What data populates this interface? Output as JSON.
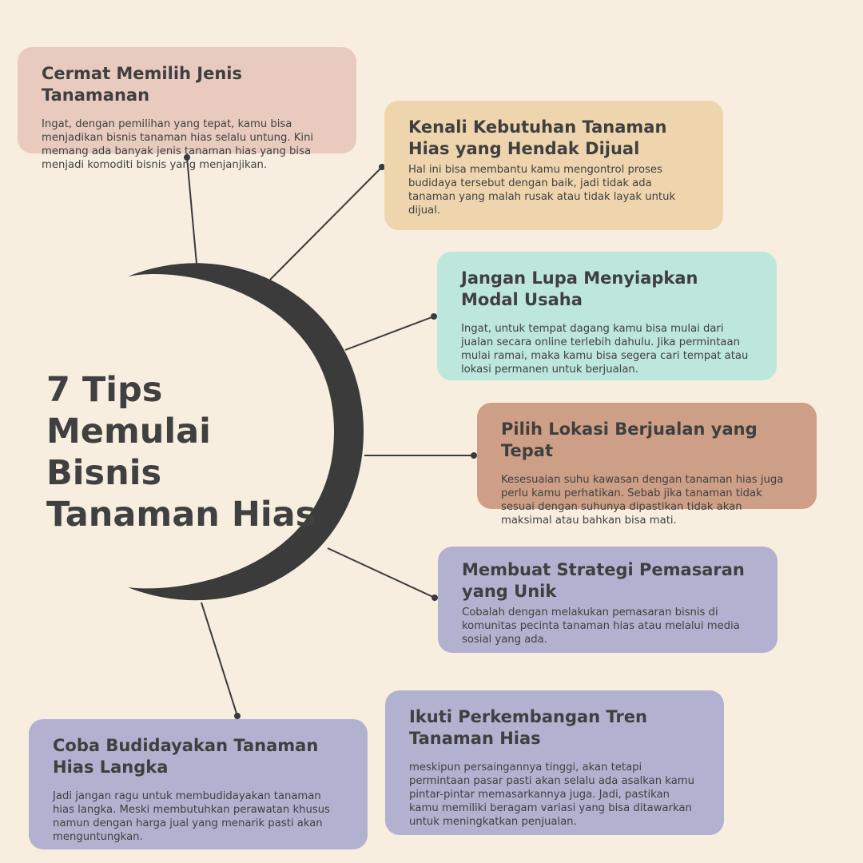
{
  "title": "7 Tips Memulai Bisnis Tanaman Hias",
  "colors": {
    "background": "#f7eee0",
    "crescent": "#3b3b3b",
    "tip_1": "#e8cbbe",
    "tip_2": "#efd5ae",
    "tip_3": "#bde6dc",
    "tip_4": "#cd9f86",
    "tip_5": "#b2b1d0",
    "tip_6": "#b2b1d0",
    "tip_7": "#b2b1d0"
  },
  "tips": [
    {
      "heading": "Cermat Memilih Jenis Tanamanan",
      "body": "Ingat, dengan pemilihan yang tepat, kamu bisa menjadikan bisnis tanaman hias selalu untung. Kini memang ada banyak jenis tanaman hias yang bisa menjadi komoditi bisnis yang menjanjikan."
    },
    {
      "heading": "Kenali Kebutuhan Tanaman Hias yang Hendak Dijual",
      "body": "Hal ini bisa membantu kamu mengontrol proses budidaya tersebut dengan baik, jadi tidak ada tanaman yang malah rusak atau tidak layak untuk dijual."
    },
    {
      "heading": "Jangan Lupa Menyiapkan Modal Usaha",
      "body": "Ingat, untuk tempat dagang kamu bisa mulai dari jualan secara online terlebih dahulu. Jika permintaan mulai ramai, maka kamu bisa segera cari tempat atau lokasi permanen untuk berjualan."
    },
    {
      "heading": "Pilih Lokasi Berjualan yang Tepat",
      "body": "Kesesuaian suhu kawasan dengan tanaman hias juga perlu kamu perhatikan. Sebab jika tanaman tidak sesuai dengan suhunya dipastikan tidak akan maksimal atau bahkan bisa mati."
    },
    {
      "heading": "Membuat Strategi Pemasaran yang Unik",
      "body": "Cobalah dengan melakukan pemasaran bisnis di komunitas pecinta tanaman hias atau melalui media sosial yang ada."
    },
    {
      "heading": "Coba Budidayakan Tanaman Hias Langka",
      "body": "Jadi jangan ragu untuk membudidayakan tanaman hias langka. Meski membutuhkan perawatan khusus namun dengan harga jual yang menarik pasti akan menguntungkan."
    },
    {
      "heading": "Ikuti Perkembangan Tren Tanaman Hias",
      "body": "meskipun persaingannya tinggi, akan tetapi permintaan pasar pasti akan selalu ada asalkan kamu pintar-pintar memasarkannya juga. Jadi, pastikan kamu memiliki beragam variasi yang bisa ditawarkan untuk meningkatkan penjualan."
    }
  ]
}
